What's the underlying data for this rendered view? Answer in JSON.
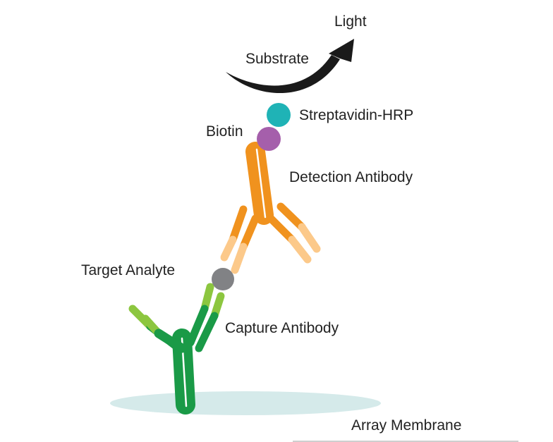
{
  "labels": {
    "light": "Light",
    "substrate": "Substrate",
    "streptavidin_hrp": "Streptavidin-HRP",
    "biotin": "Biotin",
    "detection_antibody": "Detection Antibody",
    "target_analyte": "Target Analyte",
    "capture_antibody": "Capture Antibody",
    "array_membrane": "Array Membrane"
  },
  "colors": {
    "streptavidin_hrp": "#1fb3b6",
    "biotin": "#a55fab",
    "detection_antibody_dark": "#f0921e",
    "detection_antibody_light": "#fcc98a",
    "capture_antibody_dark": "#1a9a47",
    "capture_antibody_light": "#8cc63f",
    "target_analyte": "#818285",
    "membrane": "#d5eaea",
    "arrow": "#1a1a1a"
  }
}
